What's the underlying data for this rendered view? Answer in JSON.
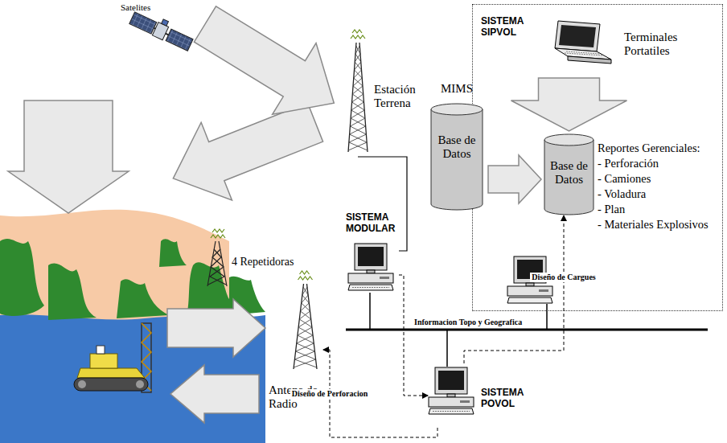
{
  "diagram": {
    "nodes": [
      {
        "text": [
          "SISTEMA SIPVOL"
        ]
      },
      {
        "text": [
          "Terminales Portatiles"
        ],
        "in": 0
      },
      {
        "text": [
          "Base de Datos"
        ],
        "in": 0
      },
      {
        "text": [
          "Estación Terrena"
        ]
      },
      {
        "text": [
          "MIMS",
          "Base de Datos"
        ]
      },
      {
        "text": [
          "SISTEMA MODULAR"
        ]
      },
      {
        "text": [
          "Antena de Radio"
        ]
      },
      {
        "text": [
          "SISTEMA POVOL"
        ]
      }
    ],
    "edges": [
      {
        "from": 4,
        "to": 2,
        "arrow": "to"
      },
      {
        "from": 1,
        "to": 2,
        "arrow": "to"
      },
      {
        "from": 3,
        "to": 5,
        "arrow": "none"
      },
      {
        "from": 5,
        "to": 7,
        "arrow": "to"
      },
      {
        "from": 7,
        "to": 6,
        "arrow": "to",
        "label": "Diseño de Perforacion"
      },
      {
        "from": 7,
        "to": 2,
        "arrow": "to",
        "label": "Diseño de Cargues"
      }
    ],
    "labels": [
      "Satelites",
      "4 Repetidoras",
      "Informacion Topo y Geografica",
      "Reportes Gerenciales:",
      "- Perforación",
      "- Camiones",
      "- Voladura",
      "- Plan",
      "- Materiales Explosivos"
    ]
  }
}
